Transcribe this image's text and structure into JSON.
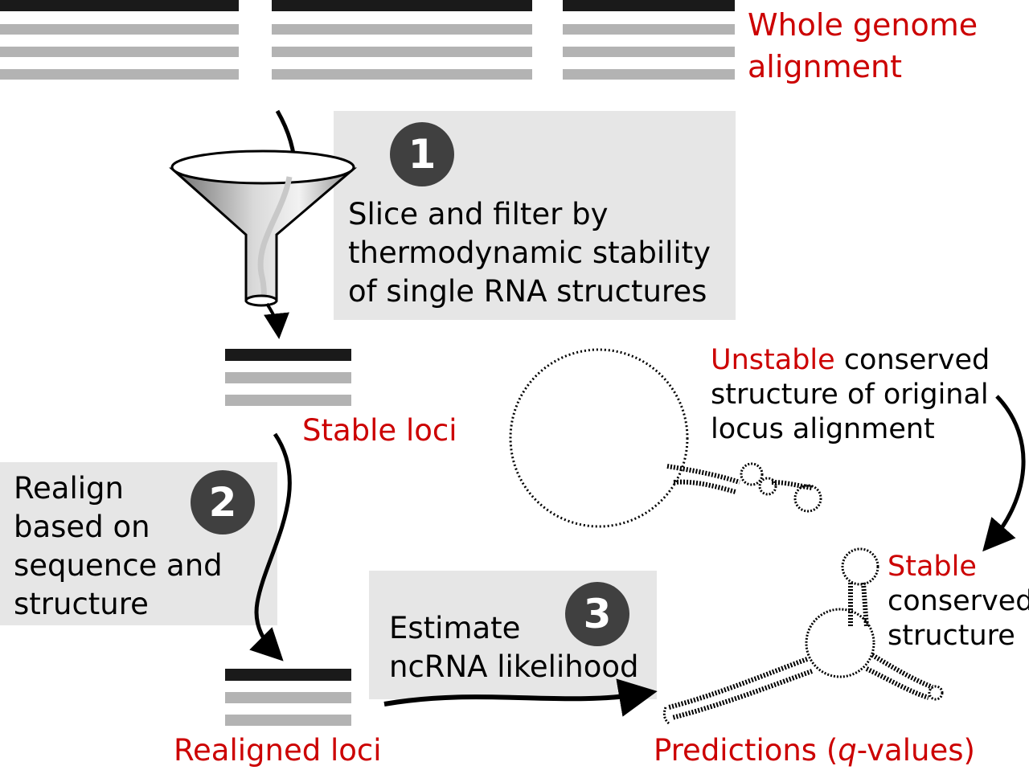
{
  "genome_alignment_label": [
    "Whole genome",
    "alignment"
  ],
  "step1": {
    "number": "1",
    "text": [
      "Slice and filter by",
      "thermodynamic stability",
      "of single RNA structures"
    ]
  },
  "stable_loci_label": "Stable loci",
  "step2": {
    "number": "2",
    "text": [
      "Realign",
      "based on",
      "sequence and",
      "structure"
    ]
  },
  "realigned_loci_label": "Realigned loci",
  "step3": {
    "number": "3",
    "text": [
      "Estimate",
      "ncRNA likelihood"
    ]
  },
  "unstable_structure_label": {
    "highlight": "Unstable",
    "rest": [
      " conserved",
      "structure of original",
      "locus alignment"
    ]
  },
  "stable_structure_label": {
    "highlight": "Stable",
    "rest": [
      "conserved",
      "structure"
    ]
  },
  "predictions_label": {
    "prefix": "Predictions (",
    "italic": "q",
    "suffix": "-values)"
  },
  "colors": {
    "accent_red": "#cc0000",
    "box_gray": "#e6e6e6",
    "badge_dark": "#404040",
    "bar_dark": "#1a1a1a",
    "bar_light": "#b3b3b3"
  },
  "icons": [
    "funnel-icon",
    "rna-unstable-structure-icon",
    "rna-stable-structure-icon"
  ]
}
